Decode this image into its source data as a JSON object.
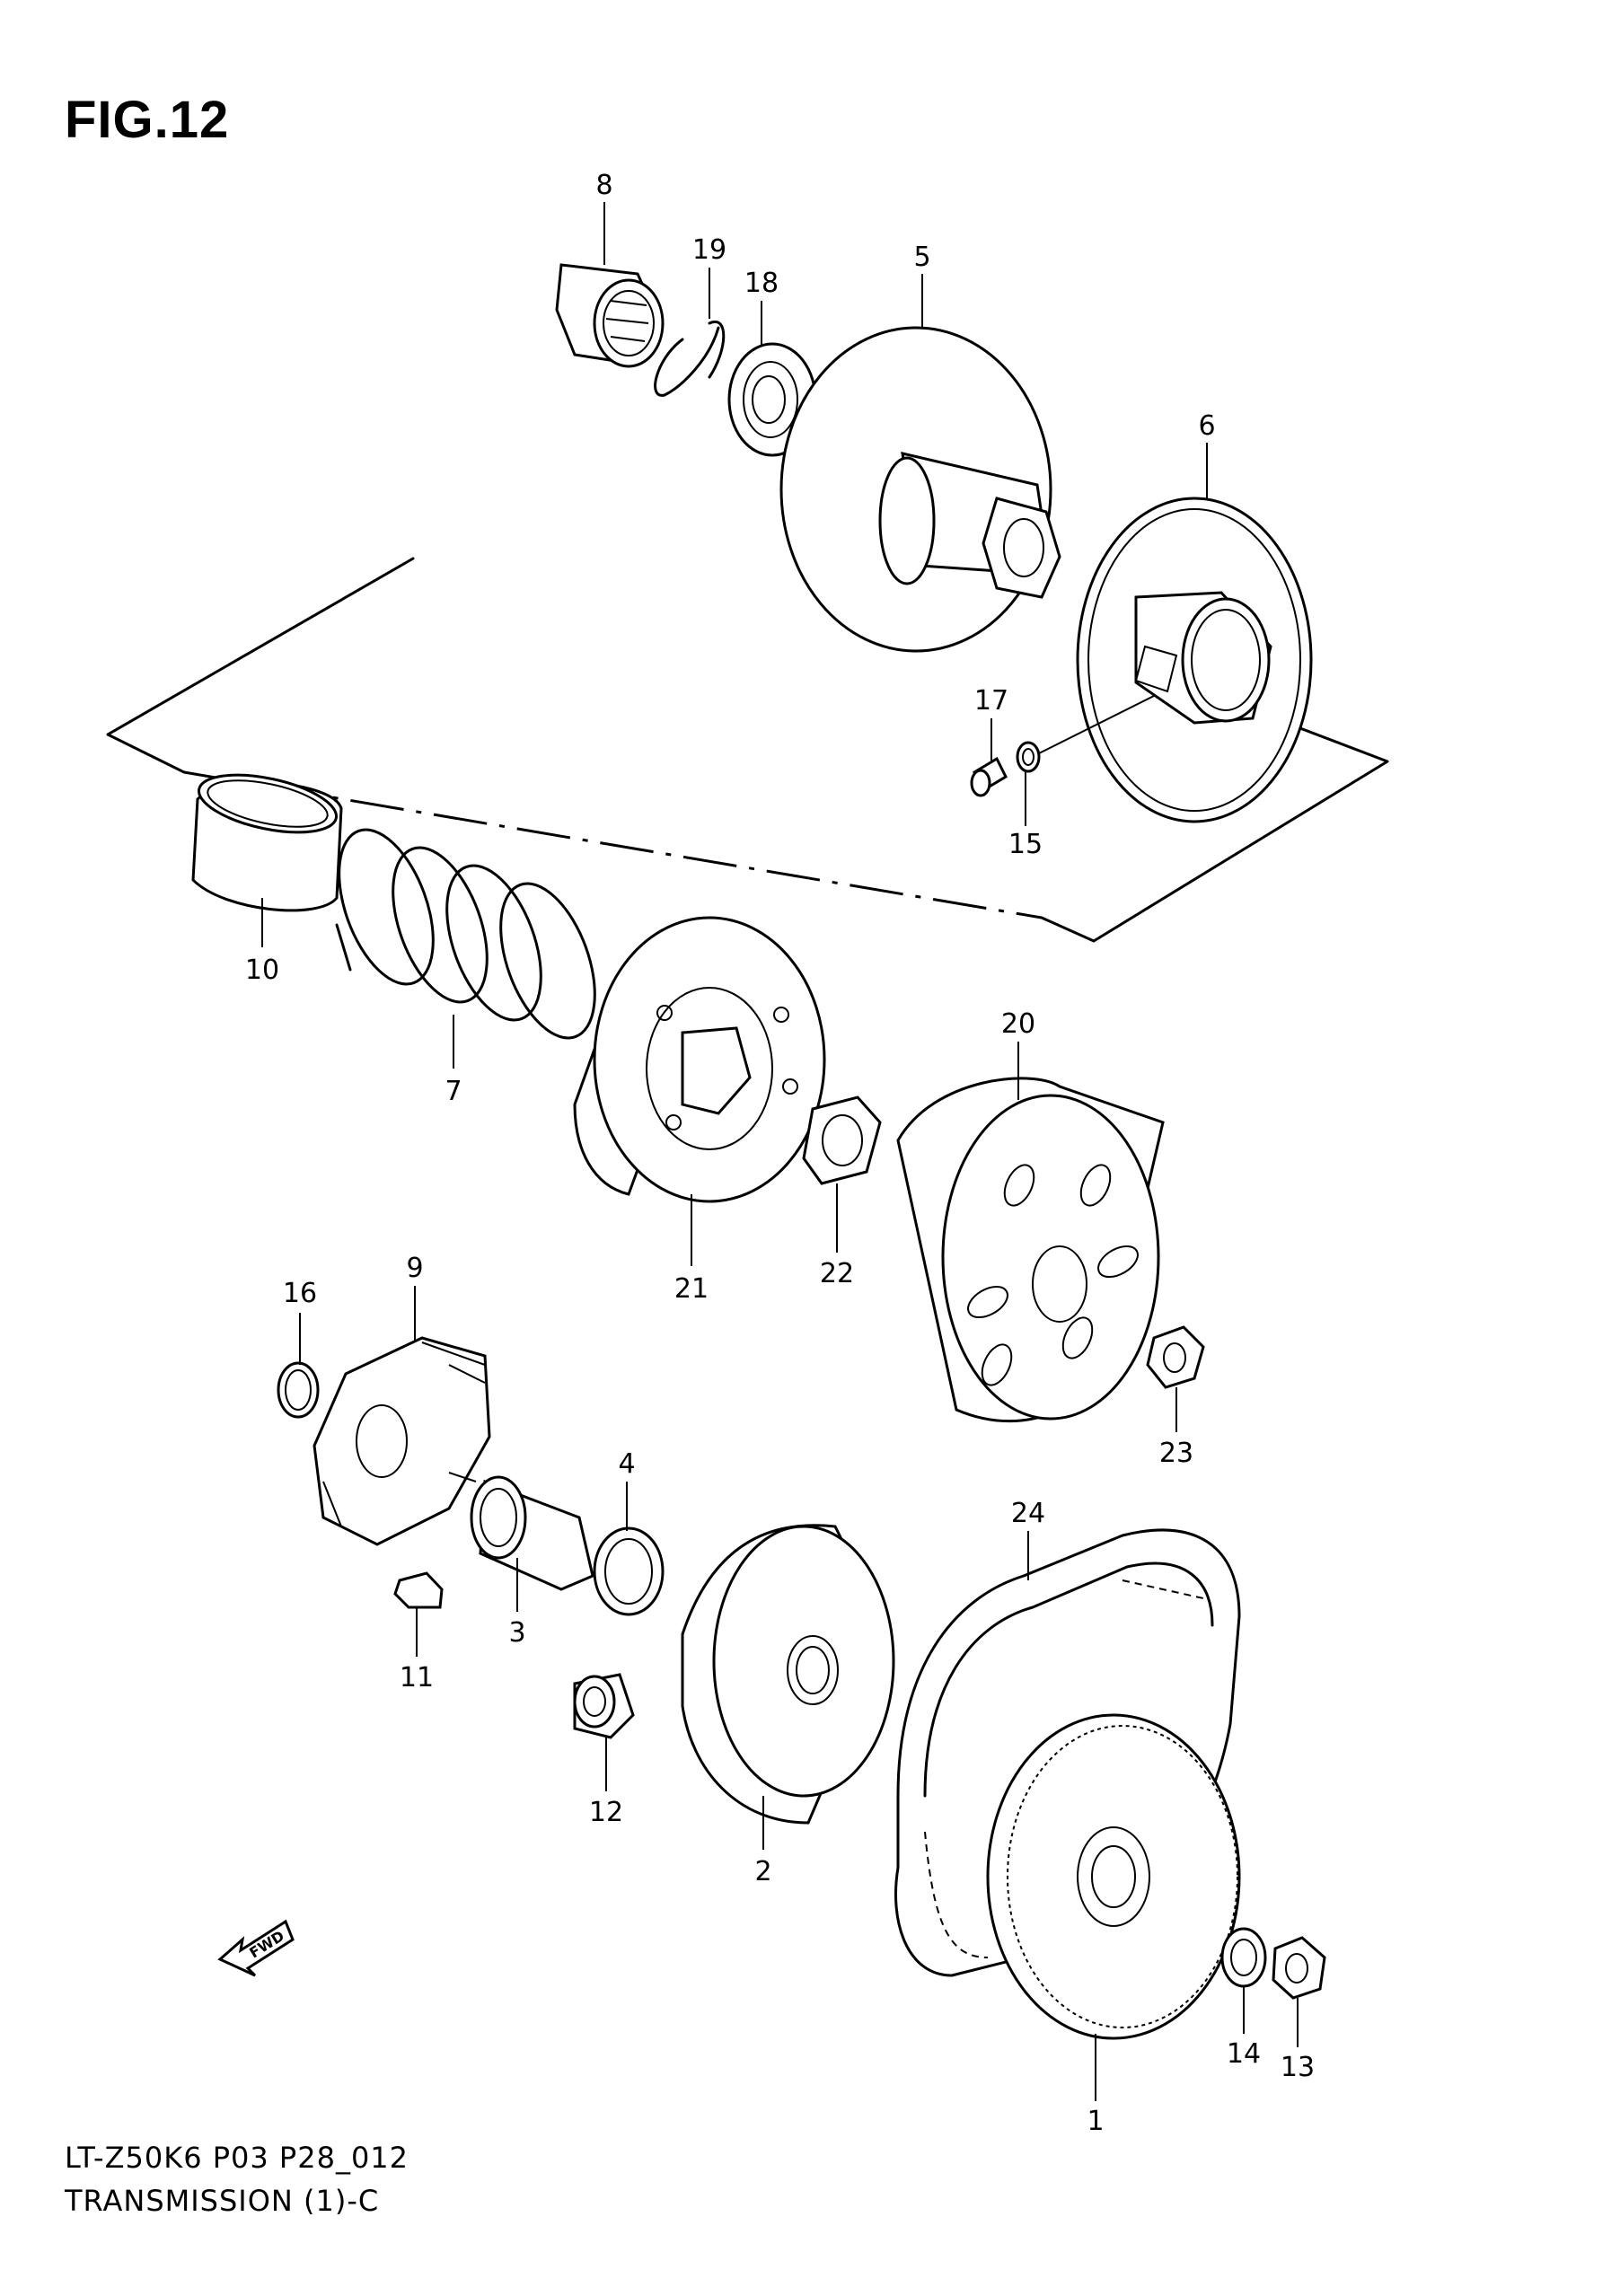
{
  "figure": {
    "title": "FIG.12"
  },
  "footer": {
    "model_code": "LT-Z50K6 P03 P28_012",
    "section": "TRANSMISSION (1)-C"
  },
  "fwd_arrow": {
    "label": "FWD"
  },
  "parts": {
    "p1": "1",
    "p2": "2",
    "p3": "3",
    "p4": "4",
    "p5": "5",
    "p6": "6",
    "p7": "7",
    "p8": "8",
    "p9": "9",
    "p10": "10",
    "p11": "11",
    "p12": "12",
    "p13": "13",
    "p14": "14",
    "p15": "15",
    "p16": "16",
    "p17": "17",
    "p18": "18",
    "p19": "19",
    "p20": "20",
    "p21": "21",
    "p22": "22",
    "p23": "23",
    "p24": "24"
  }
}
